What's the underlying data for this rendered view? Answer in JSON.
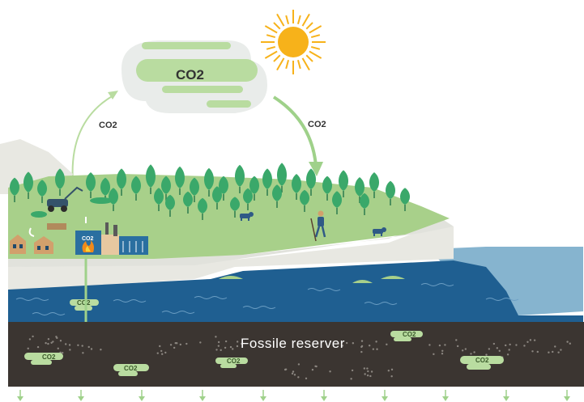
{
  "labels": {
    "cloud_co2": "CO2",
    "arrow_up_co2": "CO2",
    "arrow_down_co2": "CO2",
    "factory_co2": "CO2",
    "water_co2": "CO2",
    "reserve_title": "Fossile reserver",
    "reserve_co2": [
      "CO2",
      "CO2",
      "CO2",
      "CO2",
      "CO2"
    ]
  },
  "colors": {
    "sky": "#ffffff",
    "cloud": "#b9dca0",
    "cloud_halo": "#e9ecea",
    "sun": "#f7b21a",
    "grass": "#a8d08a",
    "tree": "#3aa86a",
    "cliff": "#e8e8e2",
    "sea_light": "#86b4cf",
    "sea_dark": "#1f5f91",
    "ground": "#3b3531",
    "arrow": "#9fd18a",
    "factory": "#2a6fa0"
  },
  "icons": [
    "sun-icon",
    "cloud-icon",
    "tree-icon",
    "factory-icon",
    "house-icon",
    "cow-icon",
    "person-icon",
    "harvester-icon",
    "flame-icon"
  ]
}
